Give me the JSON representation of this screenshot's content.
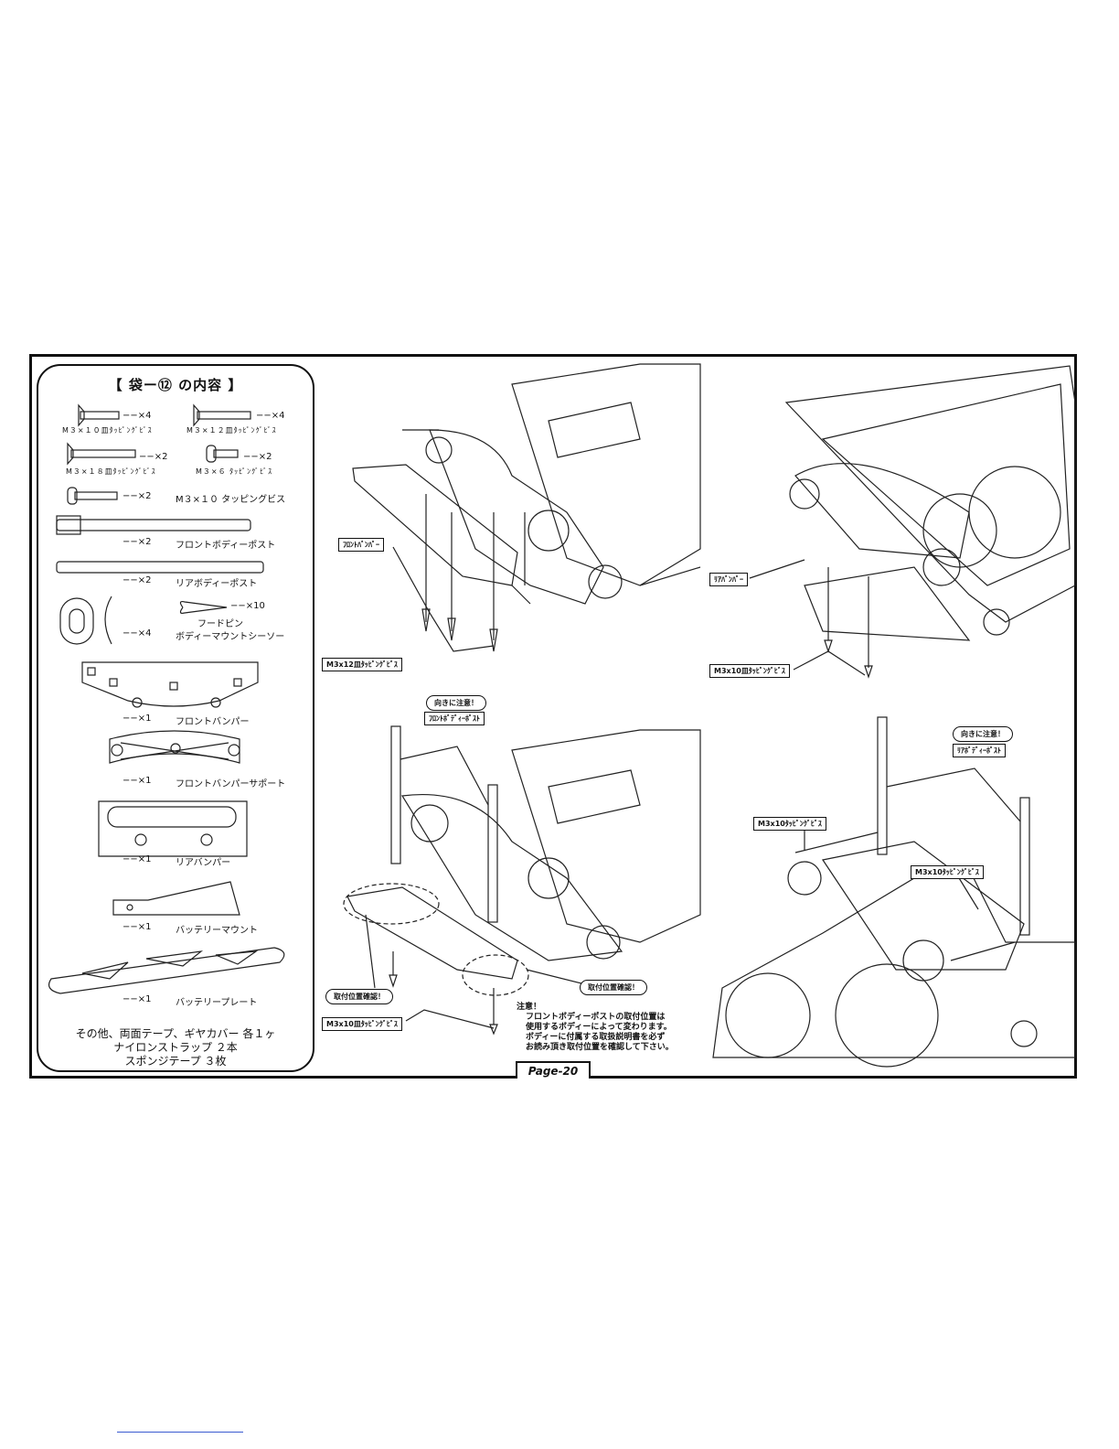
{
  "parts_panel": {
    "title": "【 袋ー⑫ の内容 】",
    "items": [
      {
        "qty": "−−×4",
        "name": "M３×１０皿ﾀｯﾋﾟﾝｸﾞﾋﾞｽ"
      },
      {
        "qty": "−−×4",
        "name": "M３×１２皿ﾀｯﾋﾟﾝｸﾞﾋﾞｽ"
      },
      {
        "qty": "−−×2",
        "name": "M３×１８皿ﾀｯﾋﾟﾝｸﾞﾋﾞｽ"
      },
      {
        "qty": "−−×2",
        "name": "M３×６ ﾀｯﾋﾟﾝｸﾞﾋﾞｽ"
      },
      {
        "qty": "−−×2",
        "name": "M３×１０ タッピングビス"
      },
      {
        "qty": "−−×2",
        "name": "フロントボディーポスト"
      },
      {
        "qty": "−−×2",
        "name": "リアボディーポスト"
      },
      {
        "qty": "−−×10",
        "name": "フードピン"
      },
      {
        "qty": "−−×4",
        "name": "ボディーマウントシーソー"
      },
      {
        "qty": "−−×1",
        "name": "フロントバンパー"
      },
      {
        "qty": "−−×1",
        "name": "フロントバンパーサポート"
      },
      {
        "qty": "−−×1",
        "name": "リアバンパー"
      },
      {
        "qty": "−−×1",
        "name": "バッテリーマウント"
      },
      {
        "qty": "−−×1",
        "name": "バッテリープレート"
      }
    ],
    "notes": [
      "その他、両面テープ、ギヤカバー 各１ヶ",
      "ナイロンストラップ ２本",
      "スポンジテープ ３枚"
    ]
  },
  "callouts": {
    "front_bumper": "ﾌﾛﾝﾄﾊﾞﾝﾊﾟｰ",
    "m3x12_flat": "M3x12皿ﾀｯﾋﾟﾝｸﾞﾋﾞｽ",
    "rear_bumper": "ﾘｱﾊﾞﾝﾊﾟｰ",
    "m3x10_flat_top": "M3x10皿ﾀｯﾋﾟﾝｸﾞﾋﾞｽ",
    "direction_front": "向きに注意！",
    "front_body_post": "ﾌﾛﾝﾄﾎﾞﾃﾞｨｰﾎﾟｽﾄ",
    "direction_rear": "向きに注意！",
    "rear_body_post": "ﾘｱﾎﾞﾃﾞｨｰﾎﾟｽﾄ",
    "m3x10_tapping_a": "M3x10ﾀｯﾋﾟﾝｸﾞﾋﾞｽ",
    "m3x10_tapping_b": "M3x10ﾀｯﾋﾟﾝｸﾞﾋﾞｽ",
    "position_check_left": "取付位置確認！",
    "position_check_right": "取付位置確認！",
    "m3x10_flat_bottom": "M3x10皿ﾀｯﾋﾟﾝｸﾞﾋﾞｽ"
  },
  "caution": {
    "title": "注意！",
    "lines": [
      "フロントボディーポストの取付位置は",
      "使用するボディーによって変わります。",
      "ボディーに付属する取扱説明書を必ず",
      "お読み頂き取付位置を確認して下さい。"
    ]
  },
  "page_label": "Page-20"
}
